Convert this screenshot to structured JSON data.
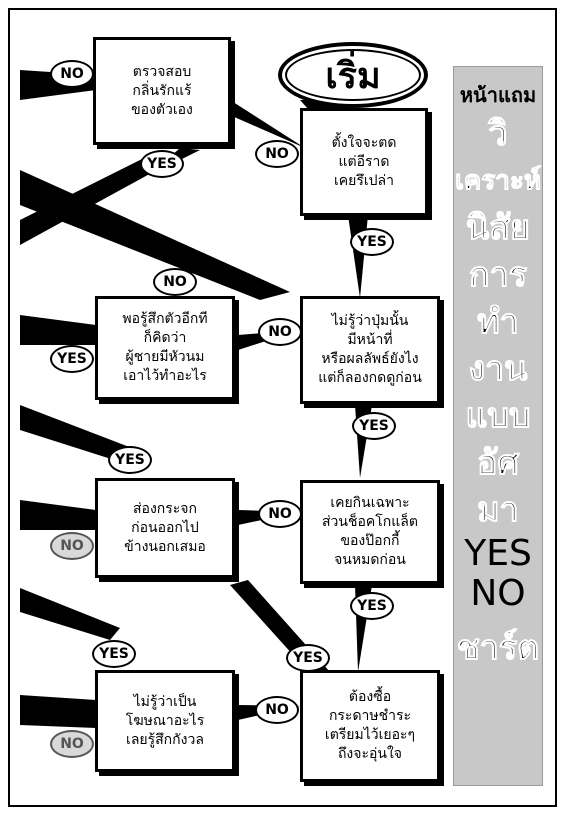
{
  "start_label": "เริ่ม",
  "side_banner": {
    "subtitle": "หน้าแถม",
    "title_lines": [
      "วิ",
      "เคราะห์",
      "นิสัย",
      "การ",
      "ทำ",
      "งาน",
      "แบบ",
      "อัศ",
      "มา"
    ],
    "yes_text": "YES",
    "no_text": "NO",
    "chart_word": "ชาร์ต"
  },
  "boxes": {
    "b1": "ตรวจสอบ\nกลิ่นรักแร้\nของตัวเอง",
    "b2": "ตั้งใจจะตด\nแต่อีราด\nเคยรึเปล่า",
    "b3": "พอรู้สึกตัวอีกที\nก็คิดว่า\nผู้ชายมีหัวนม\nเอาไว้ทำอะไร",
    "b4": "ไม่รู้ว่าปุ่มนั้น\nมีหน้าที่\nหรือผลลัพธ์ยังไง\nแต่ก็ลองกดดูก่อน",
    "b5": "ส่องกระจก\nก่อนออกไป\nข้างนอกเสมอ",
    "b6": "เคยกินเฉพาะ\nส่วนช็อคโกแล็ต\nของป๊อกกี้\nจนหมดก่อน",
    "b7": "ไม่รู้ว่าเป็น\nโฆษณาอะไร\nเลยรู้สึกกังวล",
    "b8": "ต้องซื้อ\nกระดาษชำระ\nเตรียมไว้เยอะๆ\nถึงจะอุ่นใจ"
  },
  "labels": {
    "yes": "YES",
    "no": "NO"
  }
}
